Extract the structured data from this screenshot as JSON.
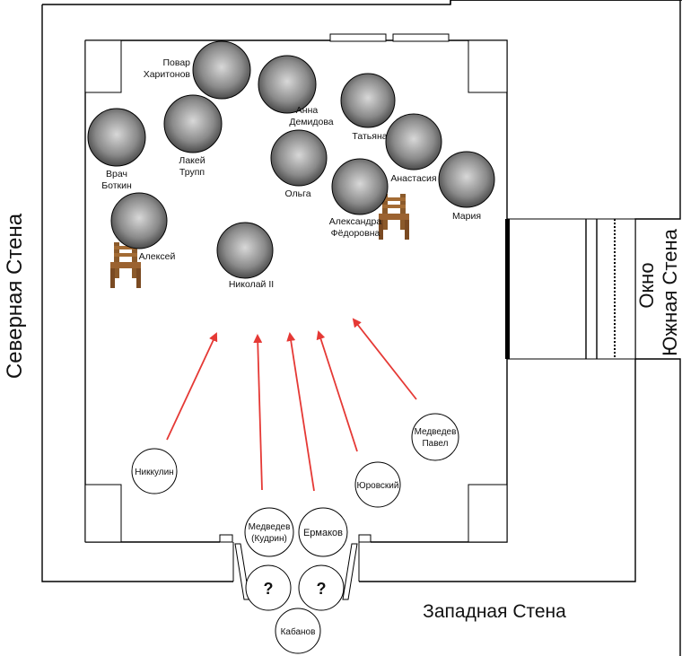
{
  "walls": {
    "north": "Северная Стена",
    "south": "Южная Стена",
    "west": "Западная Стена",
    "window": "Окно"
  },
  "victims": [
    {
      "id": "povar",
      "lines": [
        "Повар",
        "Харитонов"
      ]
    },
    {
      "id": "anna",
      "lines": [
        "Анна",
        "Демидова"
      ]
    },
    {
      "id": "tatiana",
      "lines": [
        "Татьяна"
      ]
    },
    {
      "id": "botkin",
      "lines": [
        "Врач",
        "Боткин"
      ]
    },
    {
      "id": "trupp",
      "lines": [
        "Лакей",
        "Трупп"
      ]
    },
    {
      "id": "olga",
      "lines": [
        "Ольга"
      ]
    },
    {
      "id": "anastasia",
      "lines": [
        "Анастасия"
      ]
    },
    {
      "id": "maria",
      "lines": [
        "Мария"
      ]
    },
    {
      "id": "alexandra",
      "lines": [
        "Александра",
        "Фёдоровна"
      ]
    },
    {
      "id": "alexei",
      "lines": [
        "Алексей"
      ]
    },
    {
      "id": "nikolai",
      "lines": [
        "Николай II"
      ]
    }
  ],
  "shooters": [
    {
      "id": "nikkulin",
      "lines": [
        "Никкулин"
      ]
    },
    {
      "id": "medvedev-pavel",
      "lines": [
        "Медведев",
        "Павел"
      ]
    },
    {
      "id": "yurovsky",
      "lines": [
        "Юровский"
      ]
    },
    {
      "id": "medvedev-kudrin",
      "lines": [
        "Медведев",
        "(Кудрин)"
      ]
    },
    {
      "id": "ermakov",
      "lines": [
        "Ермаков"
      ]
    },
    {
      "id": "unknown-1",
      "lines": [
        "?"
      ]
    },
    {
      "id": "unknown-2",
      "lines": [
        "?"
      ]
    },
    {
      "id": "kabanov",
      "lines": [
        "Кабанов"
      ]
    }
  ],
  "colors": {
    "arrow": "#e53935",
    "chair": "#8b5a2b",
    "wall": "#000000"
  }
}
